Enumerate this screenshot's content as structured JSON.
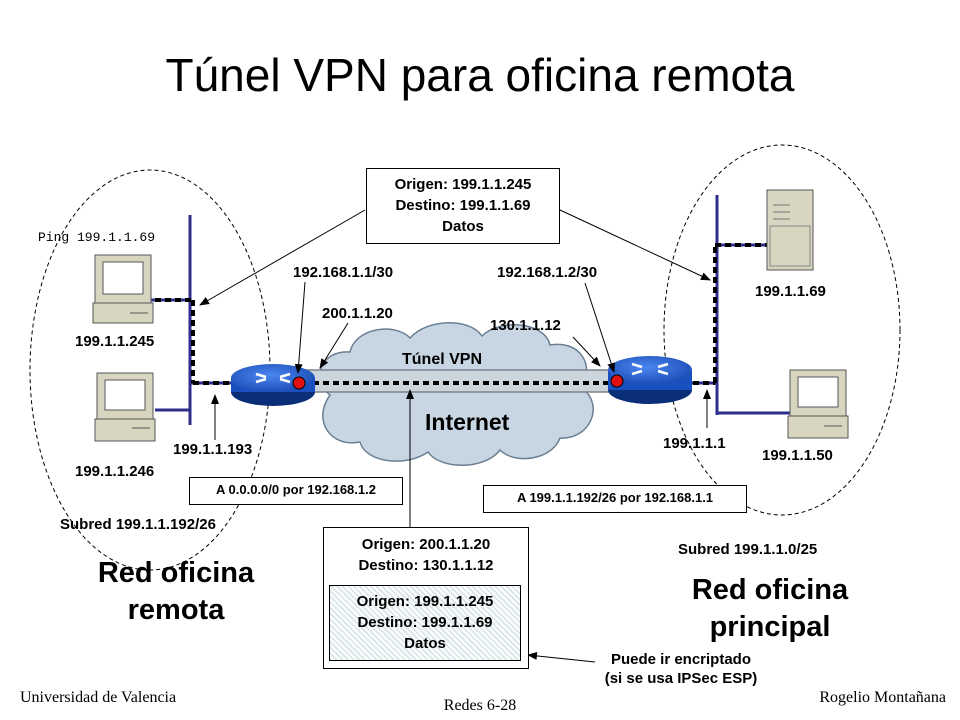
{
  "title": "Túnel VPN para oficina remota",
  "packet_top": {
    "origin": "Origen:  199.1.1.245",
    "dest": "Destino: 199.1.1.69",
    "data": "Datos"
  },
  "packet_bottom": {
    "outer_origin": "Origen:  200.1.1.20",
    "outer_dest": "Destino: 130.1.1.12",
    "inner_origin": "Origen:  199.1.1.245",
    "inner_dest": "Destino: 199.1.1.69",
    "inner_data": "Datos"
  },
  "ping": "Ping 199.1.1.69",
  "labels": {
    "tunnel_left": "192.168.1.1/30",
    "tunnel_right": "192.168.1.2/30",
    "router_left_public": "200.1.1.20",
    "router_right_public": "130.1.1.12",
    "host_245": "199.1.1.245",
    "host_246": "199.1.1.246",
    "host_69": "199.1.1.69",
    "host_50": "199.1.1.50",
    "router_left_lan": "199.1.1.193",
    "router_right_lan": "199.1.1.1",
    "tunnel": "Túnel VPN",
    "internet": "Internet"
  },
  "routes": {
    "left": "A 0.0.0.0/0  por 192.168.1.2",
    "right": "A 199.1.1.192/26 por 192.168.1.1"
  },
  "subnets": {
    "left": "Subred 199.1.1.192/26",
    "right": "Subred 199.1.1.0/25"
  },
  "offices": {
    "left_line1": "Red oficina",
    "left_line2": "remota",
    "right_line1": "Red oficina",
    "right_line2": "principal"
  },
  "encryption_note": {
    "line1": "Puede ir encriptado",
    "line2": "(si se usa IPSec ESP)"
  },
  "footer": {
    "left": "Universidad de Valencia",
    "center": "Redes 6-28",
    "right": "Rogelio Montañana"
  },
  "colors": {
    "lan_line": "#2e2e8f",
    "router": "#1f5fd6",
    "router_dark": "#0b2e78",
    "tunnel_dot": "#e01010",
    "cloud": "#c8d6e4"
  }
}
